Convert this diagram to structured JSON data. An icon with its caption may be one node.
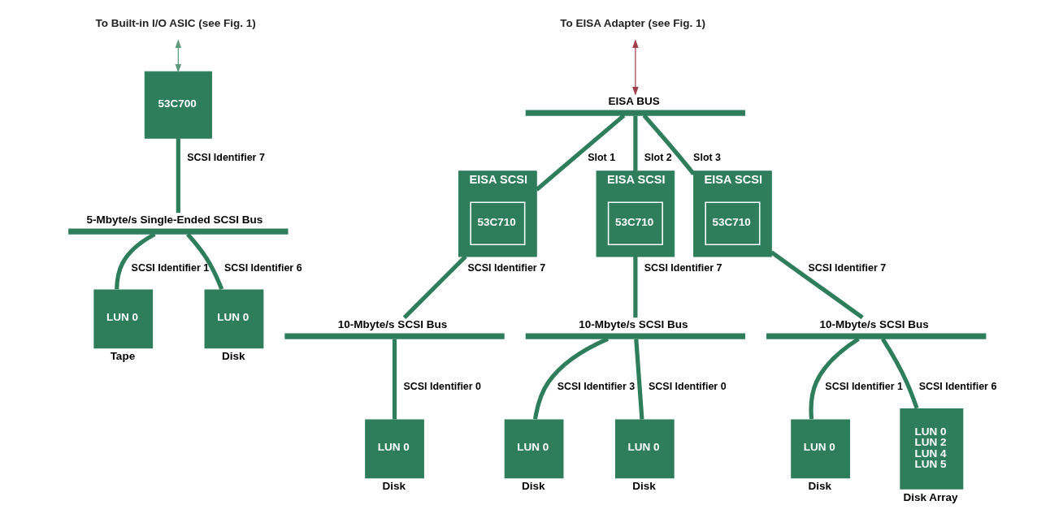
{
  "diagram": {
    "nodes": [
      {
        "text": [
          "To Built-in I/O ASIC (see Fig. 1)"
        ]
      },
      {
        "text": [
          "53C700"
        ]
      },
      {
        "text": [
          "5-Mbyte/s Single-Ended SCSI Bus"
        ]
      },
      {
        "text": [
          "LUN 0"
        ],
        "beside": [
          "Tape"
        ]
      },
      {
        "text": [
          "LUN 0"
        ],
        "beside": [
          "Disk"
        ]
      },
      {
        "text": [
          "To EISA Adapter (see Fig. 1)"
        ]
      },
      {
        "text": [
          "EISA BUS"
        ]
      },
      {
        "text": [
          "EISA SCSI"
        ]
      },
      {
        "text": [
          "53C710"
        ],
        "in": 7
      },
      {
        "text": [
          "EISA SCSI"
        ]
      },
      {
        "text": [
          "53C710"
        ],
        "in": 9
      },
      {
        "text": [
          "EISA SCSI"
        ]
      },
      {
        "text": [
          "53C710"
        ],
        "in": 11
      },
      {
        "text": [
          "10-Mbyte/s SCSI Bus"
        ]
      },
      {
        "text": [
          "LUN 0"
        ],
        "beside": [
          "Disk"
        ]
      },
      {
        "text": [
          "10-Mbyte/s SCSI Bus"
        ]
      },
      {
        "text": [
          "LUN 0"
        ],
        "beside": [
          "Disk"
        ]
      },
      {
        "text": [
          "LUN 0"
        ],
        "beside": [
          "Disk"
        ]
      },
      {
        "text": [
          "10-Mbyte/s SCSI Bus"
        ]
      },
      {
        "text": [
          "LUN 0"
        ],
        "beside": [
          "Disk"
        ]
      },
      {
        "text": [
          "LUN 0",
          "LUN 2",
          "LUN 4",
          "LUN 5"
        ],
        "beside": [
          "Disk Array"
        ]
      }
    ],
    "edges": [
      {
        "from": 0,
        "to": 1,
        "arrow": "both",
        "color": "#5f9a7c"
      },
      {
        "from": 1,
        "to": 2,
        "arrow": "none",
        "label": "SCSI Identifier 7"
      },
      {
        "from": 2,
        "to": 3,
        "arrow": "none",
        "label": "SCSI Identifier 1"
      },
      {
        "from": 2,
        "to": 4,
        "arrow": "none",
        "label": "SCSI Identifier 6"
      },
      {
        "from": 5,
        "to": 6,
        "arrow": "both",
        "color": "#a0404a"
      },
      {
        "from": 6,
        "to": 7,
        "arrow": "none",
        "label": "Slot 1"
      },
      {
        "from": 6,
        "to": 9,
        "arrow": "none",
        "label": "Slot 2"
      },
      {
        "from": 6,
        "to": 11,
        "arrow": "none",
        "label": "Slot 3"
      },
      {
        "from": 7,
        "to": 13,
        "arrow": "none",
        "label": "SCSI Identifier 7"
      },
      {
        "from": 13,
        "to": 14,
        "arrow": "none",
        "label": "SCSI Identifier 0"
      },
      {
        "from": 9,
        "to": 15,
        "arrow": "none",
        "label": "SCSI Identifier 7"
      },
      {
        "from": 15,
        "to": 16,
        "arrow": "none",
        "label": "SCSI Identifier 3"
      },
      {
        "from": 15,
        "to": 17,
        "arrow": "none",
        "label": "SCSI Identifier 0"
      },
      {
        "from": 11,
        "to": 18,
        "arrow": "none",
        "label": "SCSI Identifier 7"
      },
      {
        "from": 18,
        "to": 19,
        "arrow": "none",
        "label": "SCSI Identifier 1"
      },
      {
        "from": 18,
        "to": 20,
        "arrow": "none",
        "label": "SCSI Identifier 6"
      }
    ]
  }
}
